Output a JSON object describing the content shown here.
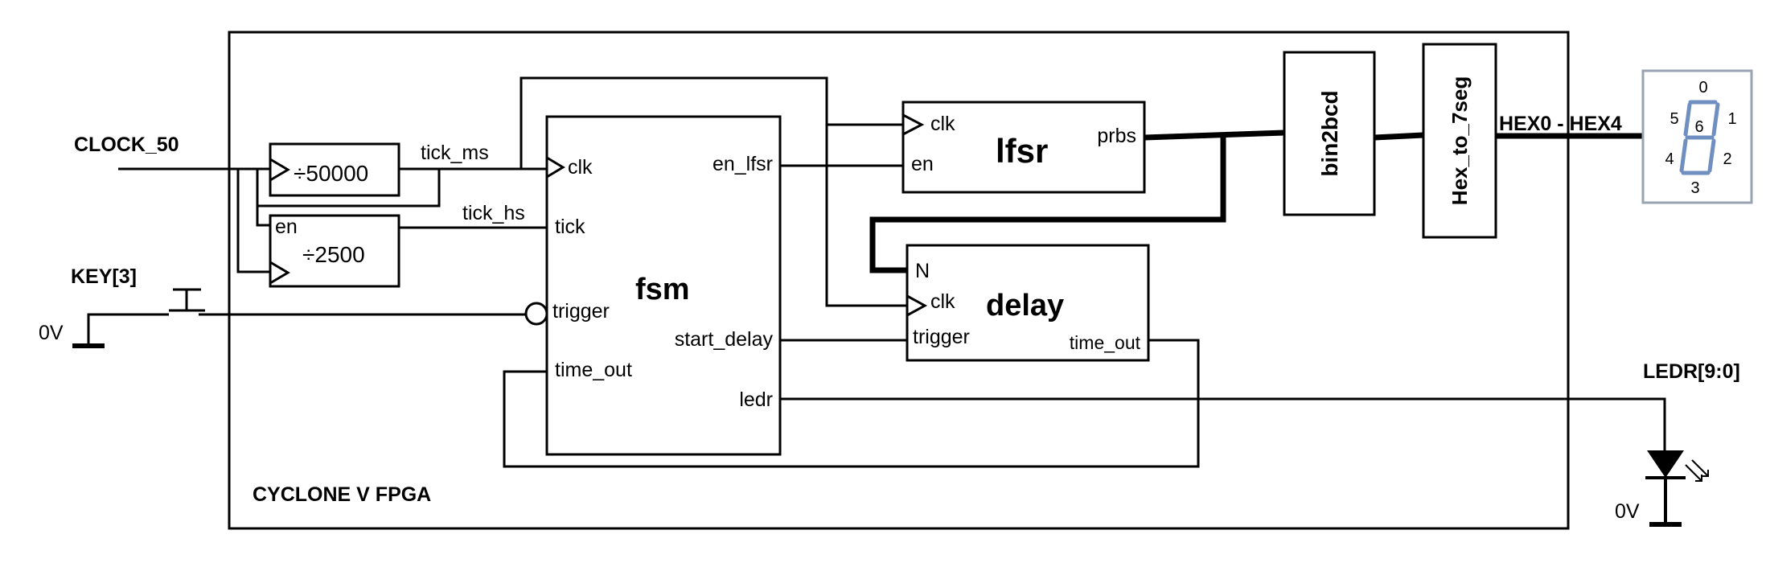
{
  "fpga_label": "CYCLONE V FPGA",
  "inputs": {
    "clock": "CLOCK_50",
    "key": "KEY[3]",
    "ground_key": "0V"
  },
  "dividers": {
    "div_ms": {
      "label": "÷50000",
      "output": "tick_ms"
    },
    "div_hs": {
      "label": "÷2500",
      "enable": "en",
      "output": "tick_hs"
    }
  },
  "fsm": {
    "name": "fsm",
    "ports": {
      "clk": "clk",
      "tick": "tick",
      "trigger": "trigger",
      "time_out": "time_out",
      "en_lfsr": "en_lfsr",
      "start_delay": "start_delay",
      "ledr": "ledr"
    }
  },
  "lfsr": {
    "name": "lfsr",
    "ports": {
      "clk": "clk",
      "en": "en",
      "prbs": "prbs"
    }
  },
  "delay": {
    "name": "delay",
    "ports": {
      "n": "N",
      "clk": "clk",
      "trigger": "trigger",
      "time_out": "time_out"
    }
  },
  "bin2bcd": "bin2bcd",
  "hex_to_7seg": "Hex_to_7seg",
  "outputs": {
    "hex": "HEX0 - HEX4",
    "ledr": "LEDR[9:0]",
    "ground_led": "0V"
  },
  "seven_segment": {
    "segments": [
      "0",
      "1",
      "2",
      "3",
      "4",
      "5",
      "6"
    ],
    "color": "#6f8fc0"
  }
}
